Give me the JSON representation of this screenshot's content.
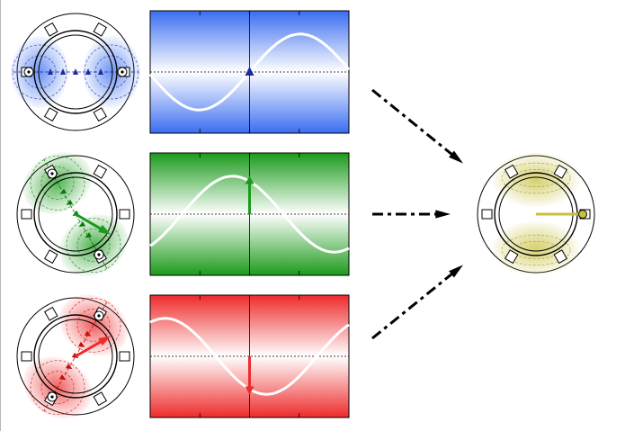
{
  "phases": [
    {
      "id": "phase-a",
      "color": "#3a6df0",
      "dark": "#1a2aa0",
      "light": "#ffffff",
      "field_angle_deg": 0,
      "phase_deg": 0,
      "shows_arrow": false
    },
    {
      "id": "phase-b",
      "color": "#1a9a1a",
      "dark": "#0a7a0a",
      "light": "#ffffff",
      "field_angle_deg": -120,
      "phase_deg": 120,
      "shows_arrow": true
    },
    {
      "id": "phase-c",
      "color": "#ee2a2a",
      "dark": "#c01010",
      "light": "#ffffff",
      "field_angle_deg": 120,
      "phase_deg": 240,
      "shows_arrow": true
    }
  ],
  "result": {
    "id": "resultant",
    "color": "#c8c040",
    "dark": "#9a9a10",
    "field_angle_deg": 0
  },
  "arrow_color": "#000000",
  "wave_color": "#ffffff",
  "marker_phase_x": 0.5
}
